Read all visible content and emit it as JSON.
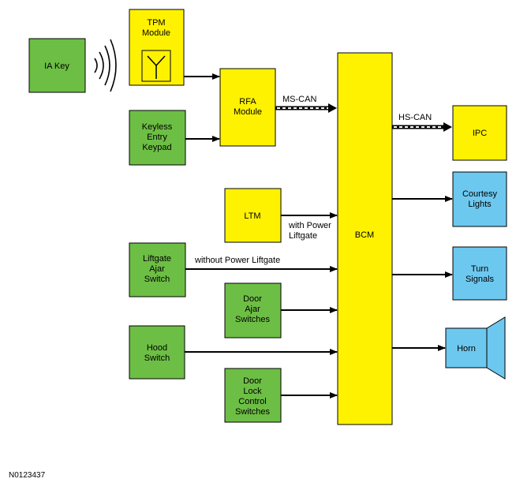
{
  "colors": {
    "yellow": "#FFF200",
    "green": "#6DBE45",
    "blue": "#6DC8EF",
    "stroke": "#000000"
  },
  "modules": {
    "ia_key": [
      "IA Key"
    ],
    "tpm_module": [
      "TPM",
      "Module"
    ],
    "keyless_entry_keypad": [
      "Keyless",
      "Entry",
      "Keypad"
    ],
    "rfa_module": [
      "RFA",
      "Module"
    ],
    "ltm": [
      "LTM"
    ],
    "liftgate_ajar_switch": [
      "Liftgate",
      "Ajar",
      "Switch"
    ],
    "door_ajar_switches": [
      "Door",
      "Ajar",
      "Switches"
    ],
    "hood_switch": [
      "Hood",
      "Switch"
    ],
    "door_lock_control_switches": [
      "Door",
      "Lock",
      "Control",
      "Switches"
    ],
    "bcm": [
      "BCM"
    ],
    "ipc": [
      "IPC"
    ],
    "courtesy_lights": [
      "Courtesy",
      "Lights"
    ],
    "turn_signals": [
      "Turn",
      "Signals"
    ],
    "horn": [
      "Horn"
    ]
  },
  "connections": {
    "ms_can": "MS-CAN",
    "hs_can": "HS-CAN",
    "with_power_liftgate": [
      "with Power",
      "Liftgate"
    ],
    "without_power_liftgate": "without Power Liftgate"
  },
  "icons": {
    "tpm_antenna": "antenna-icon",
    "ia_key_signal": "wireless-signal-icon",
    "horn_speaker": "speaker-icon"
  },
  "footer": {
    "figure_id": "N0123437"
  }
}
